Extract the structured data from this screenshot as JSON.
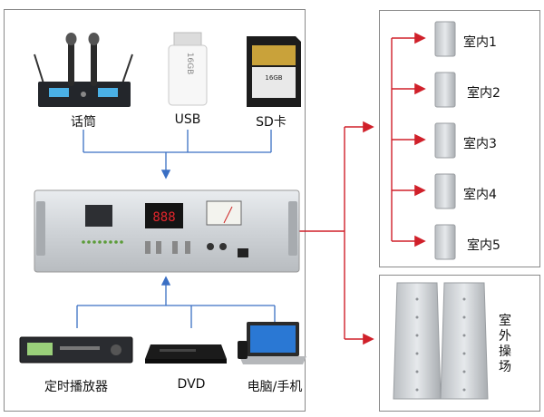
{
  "sources_top": [
    {
      "label": "话筒",
      "icon": "wireless-microphone-icon"
    },
    {
      "label": "USB",
      "icon": "usb-drive-icon",
      "device_text": "16GB"
    },
    {
      "label": "SD卡",
      "icon": "sd-card-icon",
      "device_text": "16GB"
    }
  ],
  "sources_bottom": [
    {
      "label": "定时播放器",
      "icon": "timed-player-icon"
    },
    {
      "label": "DVD",
      "icon": "dvd-player-icon"
    },
    {
      "label": "电脑/手机",
      "icon": "laptop-icon"
    }
  ],
  "amplifier": {
    "display": "888",
    "icon": "amplifier-icon"
  },
  "indoor_speakers": [
    "室内1",
    "室内2",
    "室内3",
    "室内4",
    "室内5"
  ],
  "outdoor": {
    "label": "室外操场",
    "icon": "column-speaker-icon"
  },
  "colors": {
    "connector_blue": "#3a6fc4",
    "connector_red": "#d0202a",
    "panel_border": "#8a8a8a"
  }
}
